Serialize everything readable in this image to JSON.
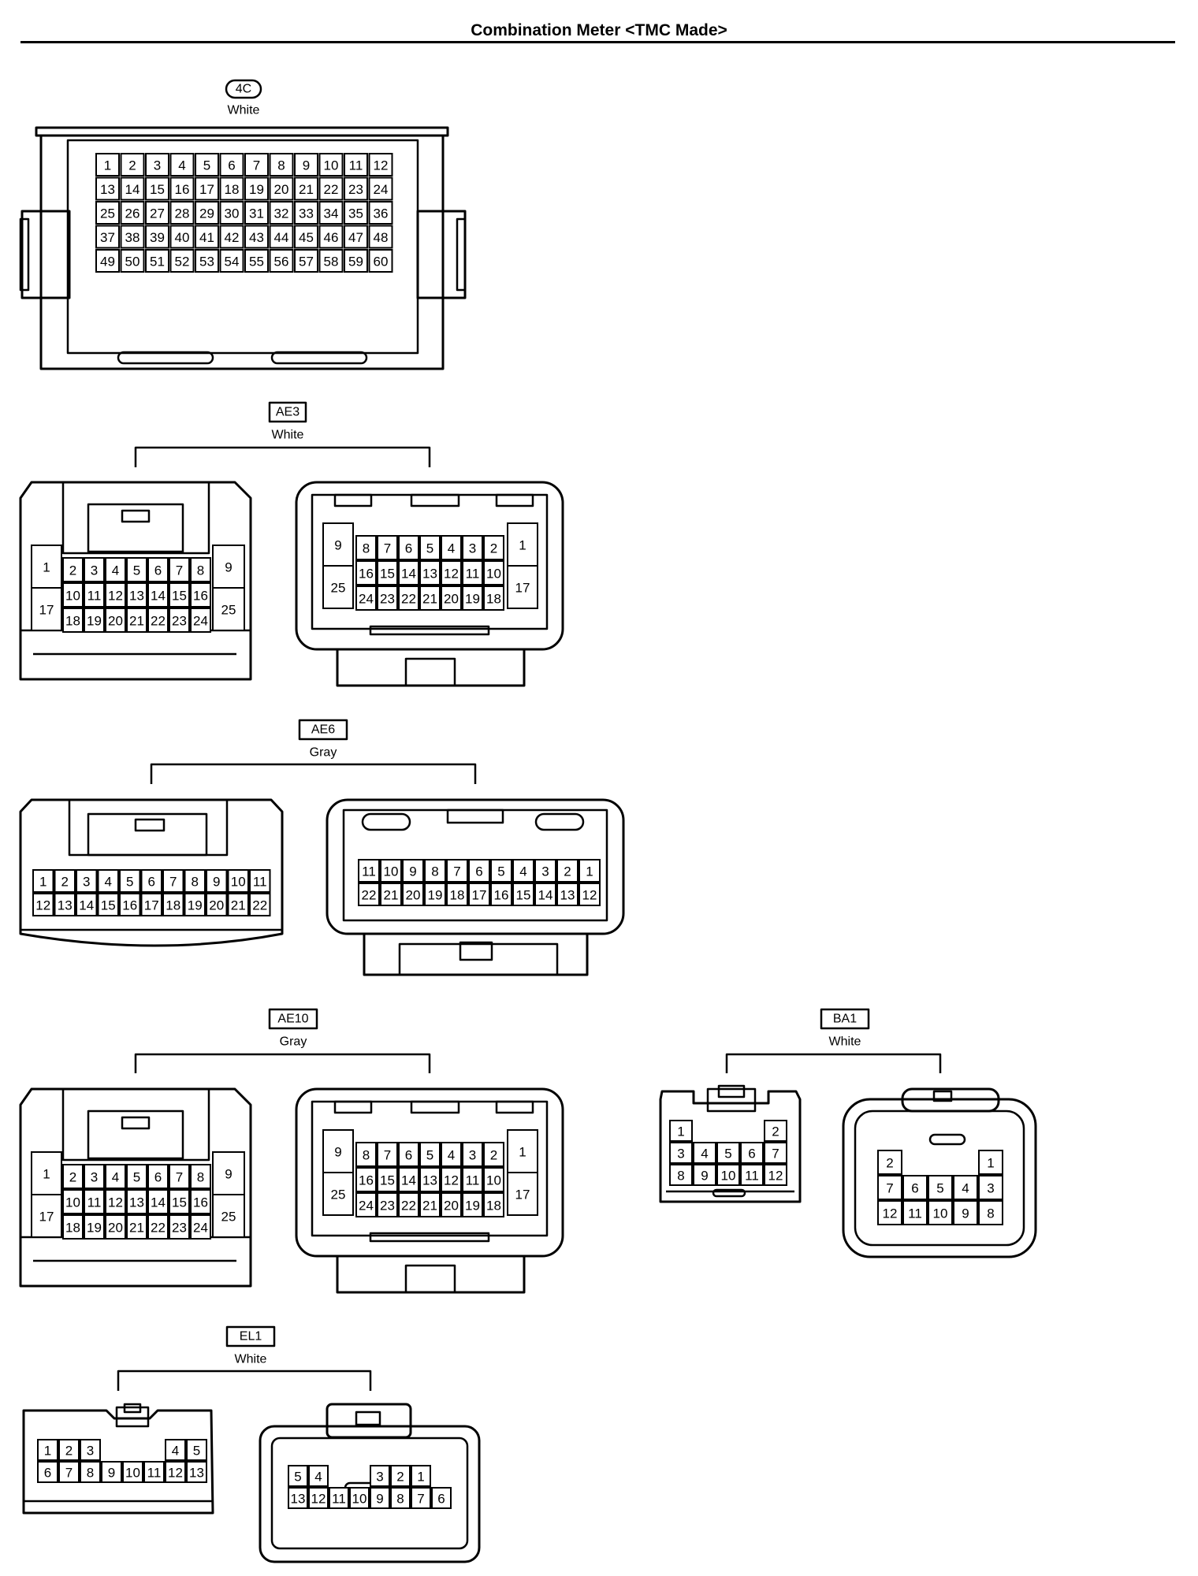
{
  "title": "Combination Meter <TMC Made>",
  "connectors": [
    {
      "code": "4C",
      "color": "White"
    },
    {
      "code": "AE3",
      "color": "White"
    },
    {
      "code": "AE6",
      "color": "Gray"
    },
    {
      "code": "AE10",
      "color": "Gray"
    },
    {
      "code": "BA1",
      "color": "White"
    },
    {
      "code": "EL1",
      "color": "White"
    }
  ],
  "pins": {
    "c4": [
      [
        "1",
        "2",
        "3",
        "4",
        "5",
        "6",
        "7",
        "8",
        "9",
        "10",
        "11",
        "12"
      ],
      [
        "13",
        "14",
        "15",
        "16",
        "17",
        "18",
        "19",
        "20",
        "21",
        "22",
        "23",
        "24"
      ],
      [
        "25",
        "26",
        "27",
        "28",
        "29",
        "30",
        "31",
        "32",
        "33",
        "34",
        "35",
        "36"
      ],
      [
        "37",
        "38",
        "39",
        "40",
        "41",
        "42",
        "43",
        "44",
        "45",
        "46",
        "47",
        "48"
      ],
      [
        "49",
        "50",
        "51",
        "52",
        "53",
        "54",
        "55",
        "56",
        "57",
        "58",
        "59",
        "60"
      ]
    ],
    "ae3_left": {
      "left_col": [
        "1",
        "17"
      ],
      "grid": [
        [
          "2",
          "3",
          "4",
          "5",
          "6",
          "7",
          "8"
        ],
        [
          "10",
          "11",
          "12",
          "13",
          "14",
          "15",
          "16"
        ],
        [
          "18",
          "19",
          "20",
          "21",
          "22",
          "23",
          "24"
        ]
      ],
      "right_col": [
        "9",
        "25"
      ]
    },
    "ae3_right": {
      "left_col": [
        "9",
        "25"
      ],
      "grid": [
        [
          "8",
          "7",
          "6",
          "5",
          "4",
          "3",
          "2"
        ],
        [
          "16",
          "15",
          "14",
          "13",
          "12",
          "11",
          "10"
        ],
        [
          "24",
          "23",
          "22",
          "21",
          "20",
          "19",
          "18"
        ]
      ],
      "right_col": [
        "1",
        "17"
      ]
    },
    "ae6_left": [
      [
        "1",
        "2",
        "3",
        "4",
        "5",
        "6",
        "7",
        "8",
        "9",
        "10",
        "11"
      ],
      [
        "12",
        "13",
        "14",
        "15",
        "16",
        "17",
        "18",
        "19",
        "20",
        "21",
        "22"
      ]
    ],
    "ae6_right": [
      [
        "11",
        "10",
        "9",
        "8",
        "7",
        "6",
        "5",
        "4",
        "3",
        "2",
        "1"
      ],
      [
        "22",
        "21",
        "20",
        "19",
        "18",
        "17",
        "16",
        "15",
        "14",
        "13",
        "12"
      ]
    ],
    "ba1_left": [
      [
        "1",
        "",
        "",
        "",
        "2"
      ],
      [
        "3",
        "4",
        "5",
        "6",
        "7"
      ],
      [
        "8",
        "9",
        "10",
        "11",
        "12"
      ]
    ],
    "ba1_right": [
      [
        "2",
        "",
        "",
        "",
        "1"
      ],
      [
        "7",
        "6",
        "5",
        "4",
        "3"
      ],
      [
        "12",
        "11",
        "10",
        "9",
        "8"
      ]
    ],
    "el1_left": [
      [
        "1",
        "2",
        "3",
        "",
        "",
        "",
        "4",
        "5"
      ],
      [
        "6",
        "7",
        "8",
        "9",
        "10",
        "11",
        "12",
        "13"
      ]
    ],
    "el1_right": [
      [
        "5",
        "4",
        "",
        "",
        "3",
        "2",
        "1"
      ],
      [
        "13",
        "12",
        "11",
        "10",
        "9",
        "8",
        "7",
        "6"
      ]
    ]
  }
}
